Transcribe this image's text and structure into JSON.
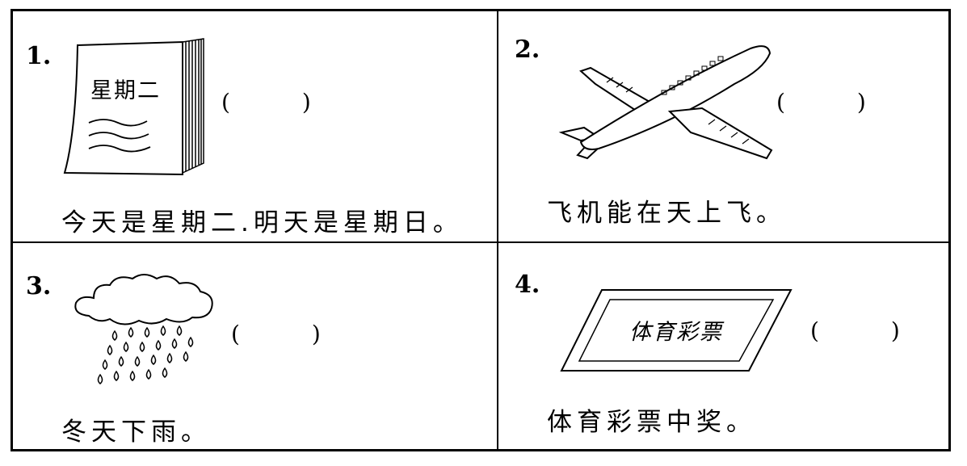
{
  "items": [
    {
      "number": "1.",
      "picture": "calendar-icon",
      "calendar_text": "星期二",
      "blank": "(          )",
      "sentence": "今天是星期二.明天是星期日。"
    },
    {
      "number": "2.",
      "picture": "airplane-icon",
      "blank": "(          )",
      "sentence": "飞机能在天上飞。"
    },
    {
      "number": "3.",
      "picture": "rain-cloud-icon",
      "blank": "(          )",
      "sentence": "冬天下雨。"
    },
    {
      "number": "4.",
      "picture": "lottery-ticket-icon",
      "ticket_text": "体育彩票",
      "blank": "(          )",
      "sentence": "体育彩票中奖。"
    }
  ]
}
